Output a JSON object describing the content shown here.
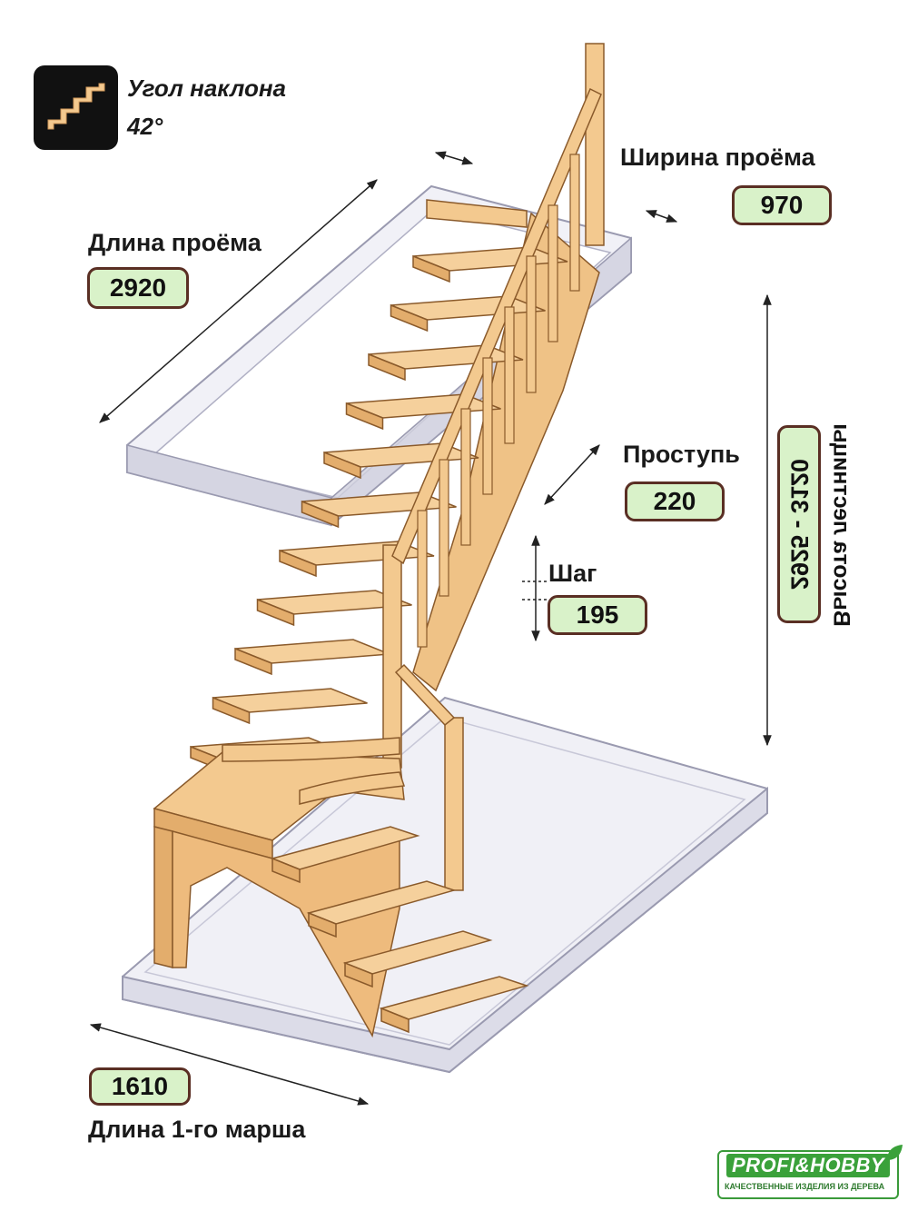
{
  "header": {
    "angle_label": "Угол наклона",
    "angle_value": "42°"
  },
  "icons": {
    "stairs": "stairs-icon",
    "leaf": "leaf-icon"
  },
  "dimensions": {
    "opening_width": {
      "label": "Ширина проёма",
      "value": "970"
    },
    "opening_length": {
      "label": "Длина проёма",
      "value": "2920"
    },
    "tread": {
      "label": "Проступь",
      "value": "220"
    },
    "step": {
      "label": "Шаг",
      "value": "195"
    },
    "height": {
      "label": "Высота лестницы",
      "value": "2925 - 3120"
    },
    "first_flight": {
      "label": "Длина 1-го марша",
      "value": "1610"
    }
  },
  "brand": {
    "name": "PROFI&HOBBY",
    "tagline": "КАЧЕСТВЕННЫЕ ИЗДЕЛИЯ ИЗ ДЕРЕВА"
  },
  "colors": {
    "wood": "#f3c98f",
    "wood_dark": "#d49c5c",
    "wood_edge": "#8a5a2b",
    "box": "#b8b8c8",
    "pill_bg": "#d9f2c9",
    "pill_border": "#5a2f24",
    "brand_green": "#3aa13a"
  }
}
